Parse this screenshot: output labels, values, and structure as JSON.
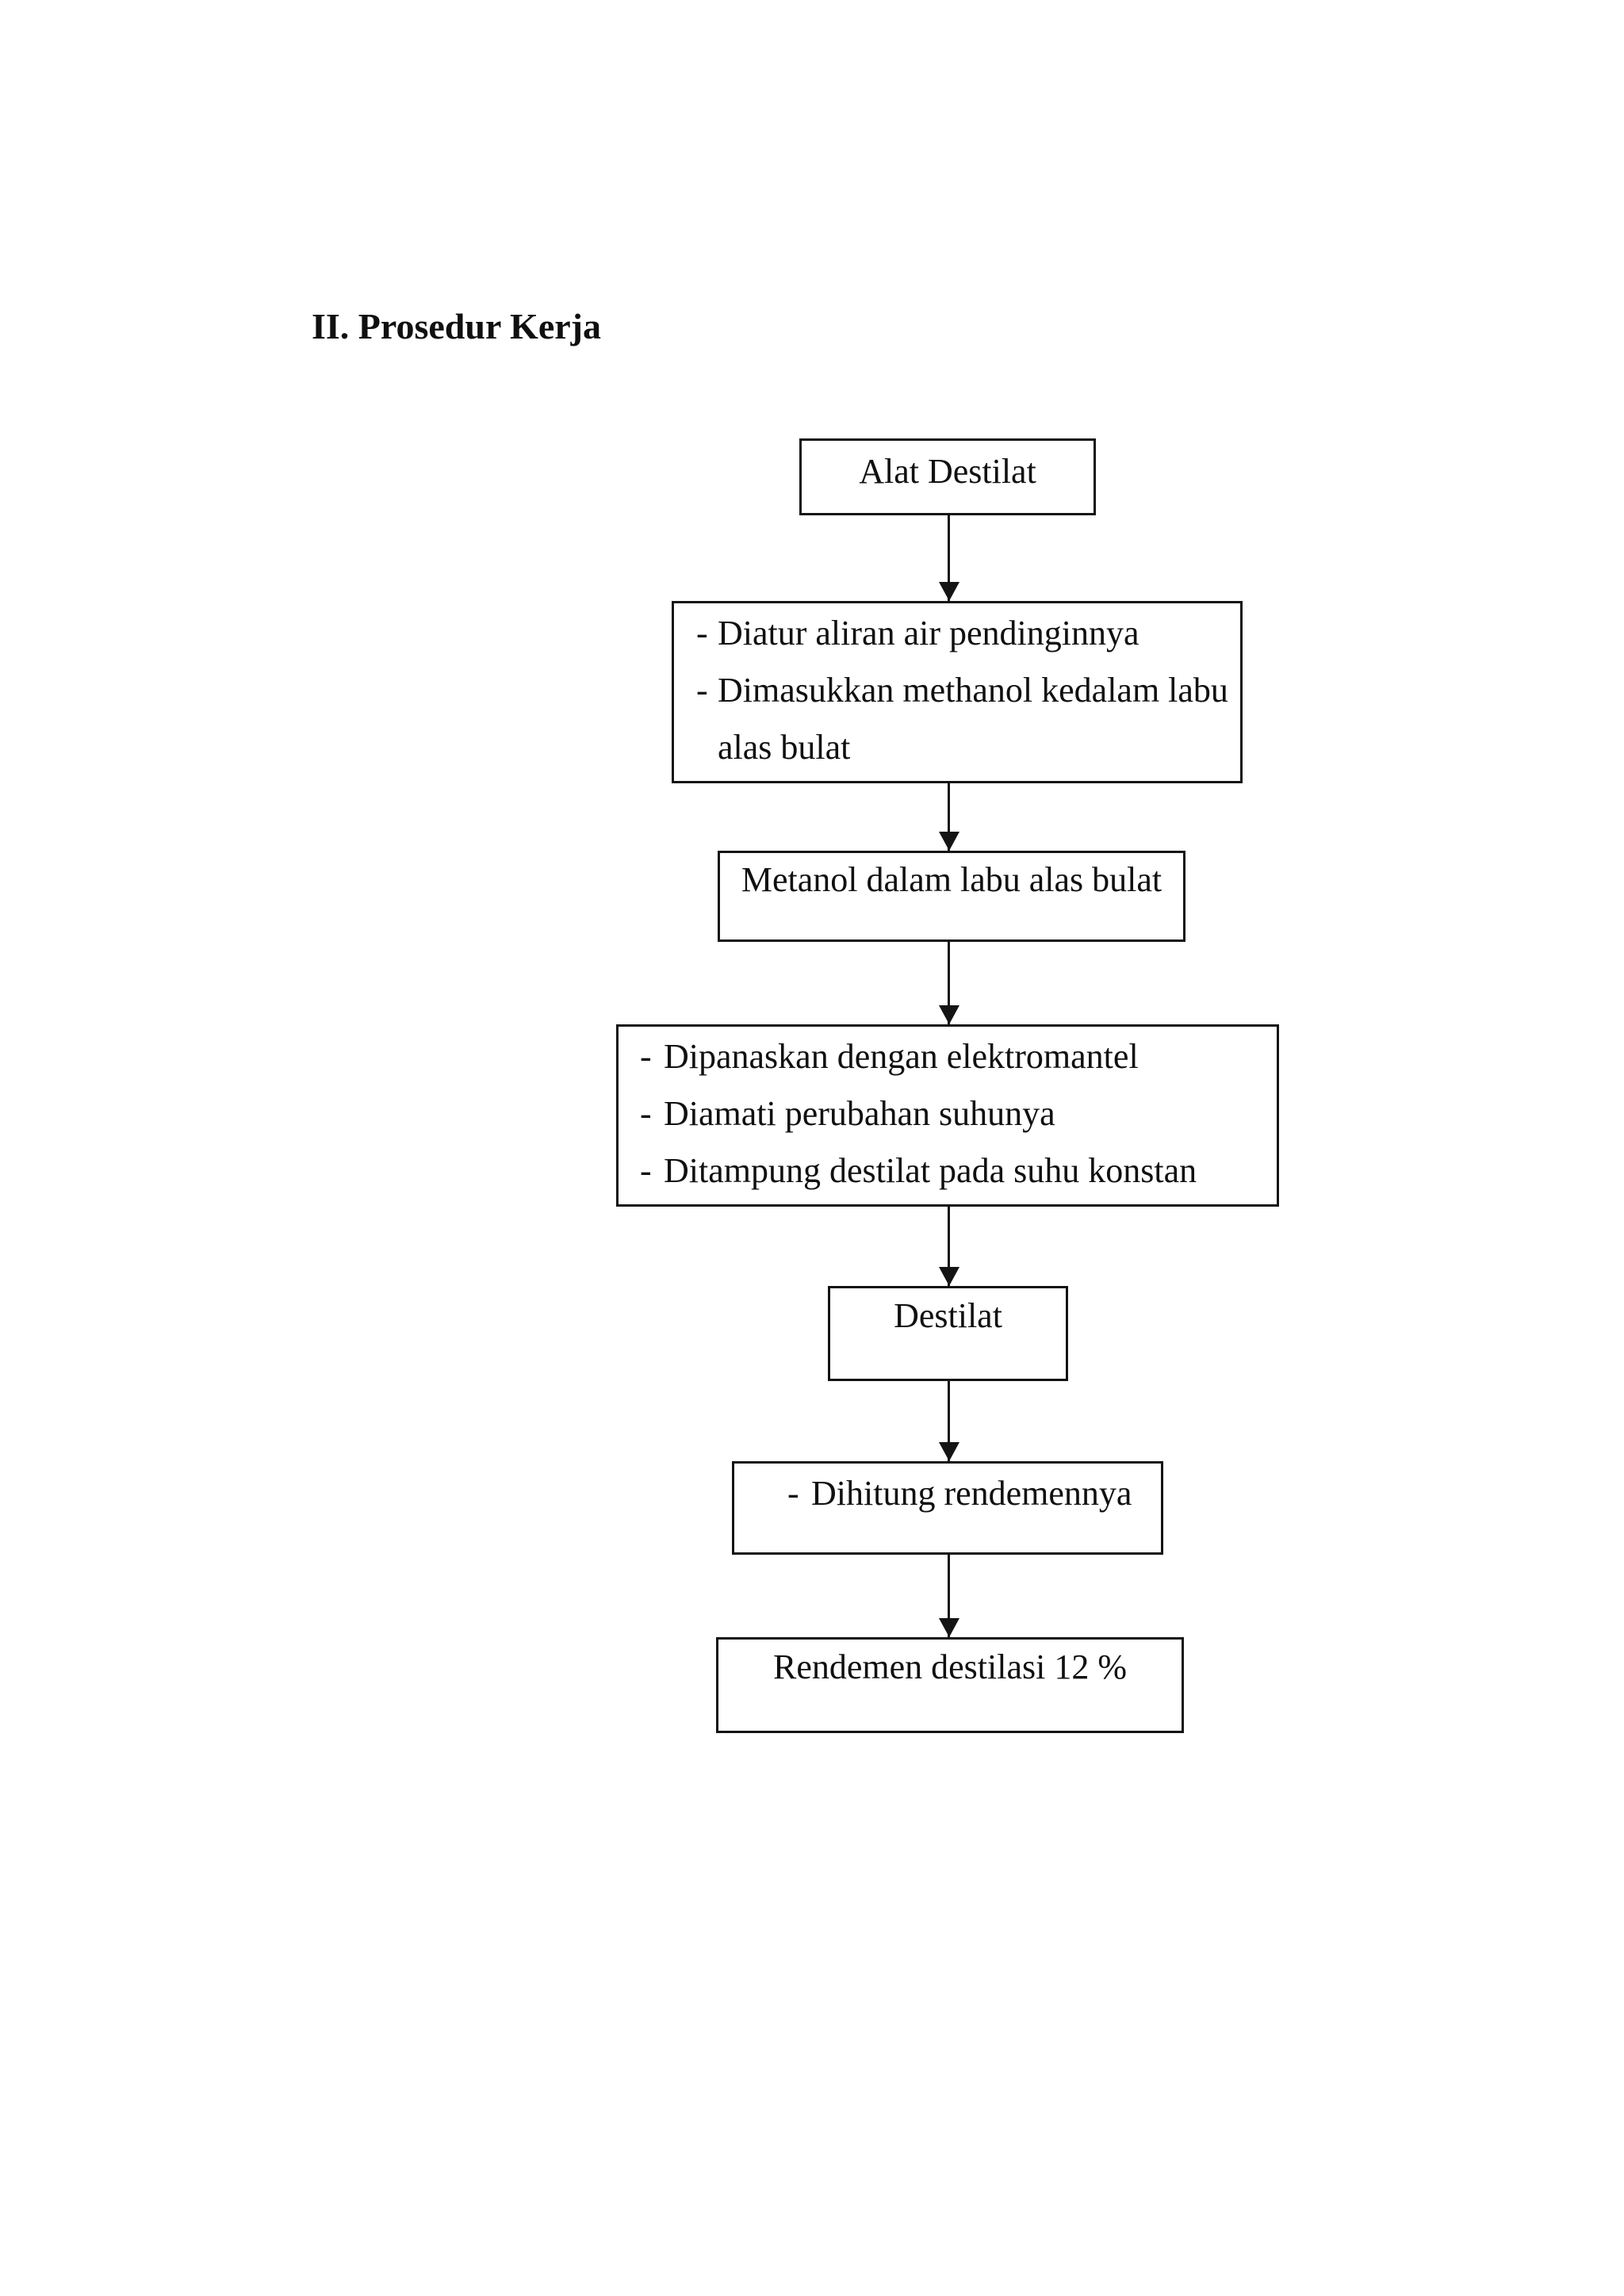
{
  "document": {
    "section_title": "II. Prosedur Kerja",
    "bullet_char": "-",
    "colors": {
      "ink": "#141414",
      "paper": "#ffffff"
    },
    "flowchart": {
      "nodes": [
        {
          "kind": "label",
          "label": "Alat Destilat"
        },
        {
          "kind": "steps",
          "bullets": [
            "Diatur aliran air pendinginnya",
            "Dimasukkan methanol kedalam labu alas bulat"
          ]
        },
        {
          "kind": "label",
          "label": "Metanol dalam labu alas bulat"
        },
        {
          "kind": "steps",
          "bullets": [
            "Dipanaskan dengan elektromantel",
            "Diamati perubahan suhunya",
            "Ditampung destilat pada suhu konstan"
          ]
        },
        {
          "kind": "label",
          "label": "Destilat"
        },
        {
          "kind": "steps",
          "bullets": [
            "Dihitung rendemennya"
          ]
        },
        {
          "kind": "label",
          "label": "Rendemen destilasi 12 %"
        }
      ]
    }
  }
}
